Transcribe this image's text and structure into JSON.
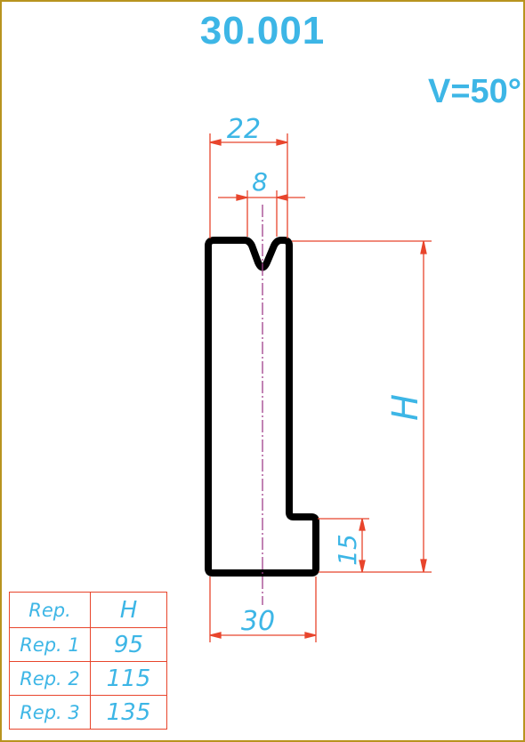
{
  "title": "30.001",
  "v_angle": "V=50°",
  "dimensions": {
    "top_width": "22",
    "groove_width": "8",
    "height": "H",
    "step_height": "15",
    "base_width": "30"
  },
  "table": {
    "headers": [
      "Rep.",
      "H"
    ],
    "rows": [
      {
        "rep": "Rep. 1",
        "h": "95"
      },
      {
        "rep": "Rep. 2",
        "h": "115"
      },
      {
        "rep": "Rep. 3",
        "h": "135"
      }
    ]
  },
  "colors": {
    "frame": "#b8941f",
    "dimension_lines": "#e8452c",
    "text": "#3db6e6",
    "profile": "#000000",
    "center_line": "#a0408c"
  }
}
